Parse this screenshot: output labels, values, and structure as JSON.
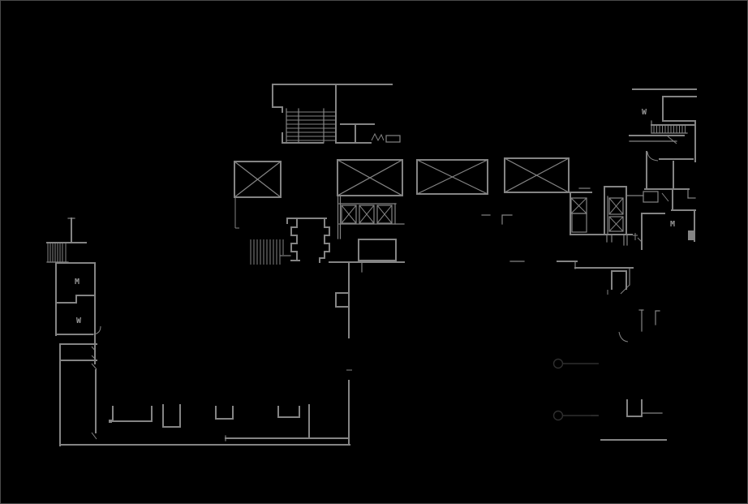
{
  "app": {
    "title": "CAD floor plan drawing",
    "background_color": "#000000",
    "frame_color": "#4a4a4a"
  },
  "drawing": {
    "wall_color": "#848484",
    "annotation_color": "#2f2f2f",
    "label_color": "#989898",
    "labels": {
      "w_right": "W",
      "m_right": "M",
      "m_left": "M",
      "w_left": "W"
    }
  }
}
